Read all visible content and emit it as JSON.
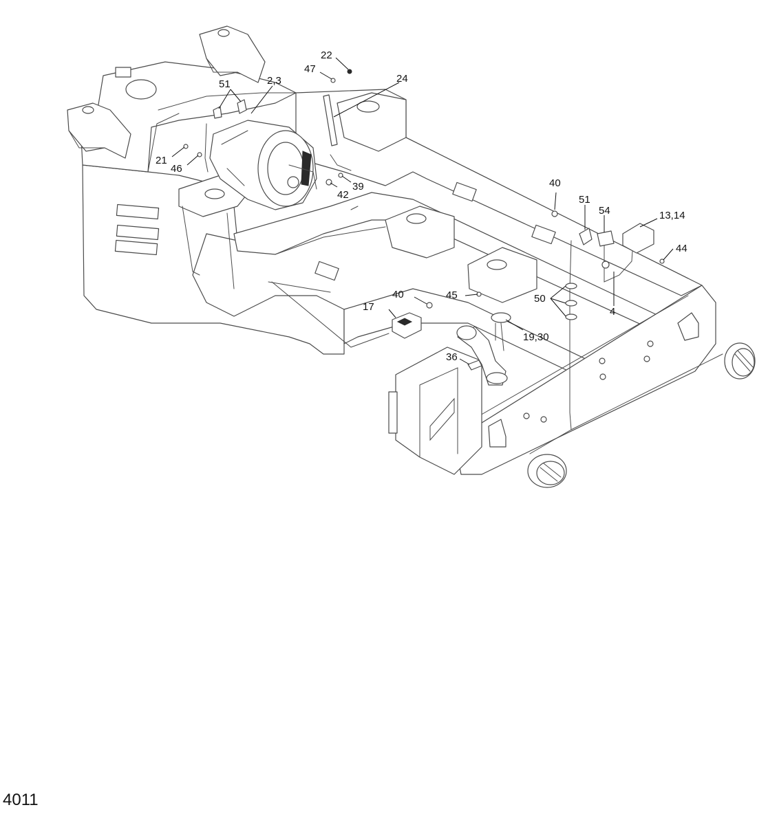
{
  "parts_diagram": {
    "sheet_number": "4011",
    "callouts": {
      "c22": "22",
      "c47": "47",
      "c51_left": "51",
      "c2_3": "2,3",
      "c24": "24",
      "c21": "21",
      "c46": "46",
      "c39": "39",
      "c42": "42",
      "c40_top": "40",
      "c51_right": "51",
      "c54": "54",
      "c13_14": "13,14",
      "c44": "44",
      "c45": "45",
      "c40_mid": "40",
      "c17": "17",
      "c50": "50",
      "c4": "4",
      "c19_30": "19,30",
      "c36": "36"
    }
  }
}
